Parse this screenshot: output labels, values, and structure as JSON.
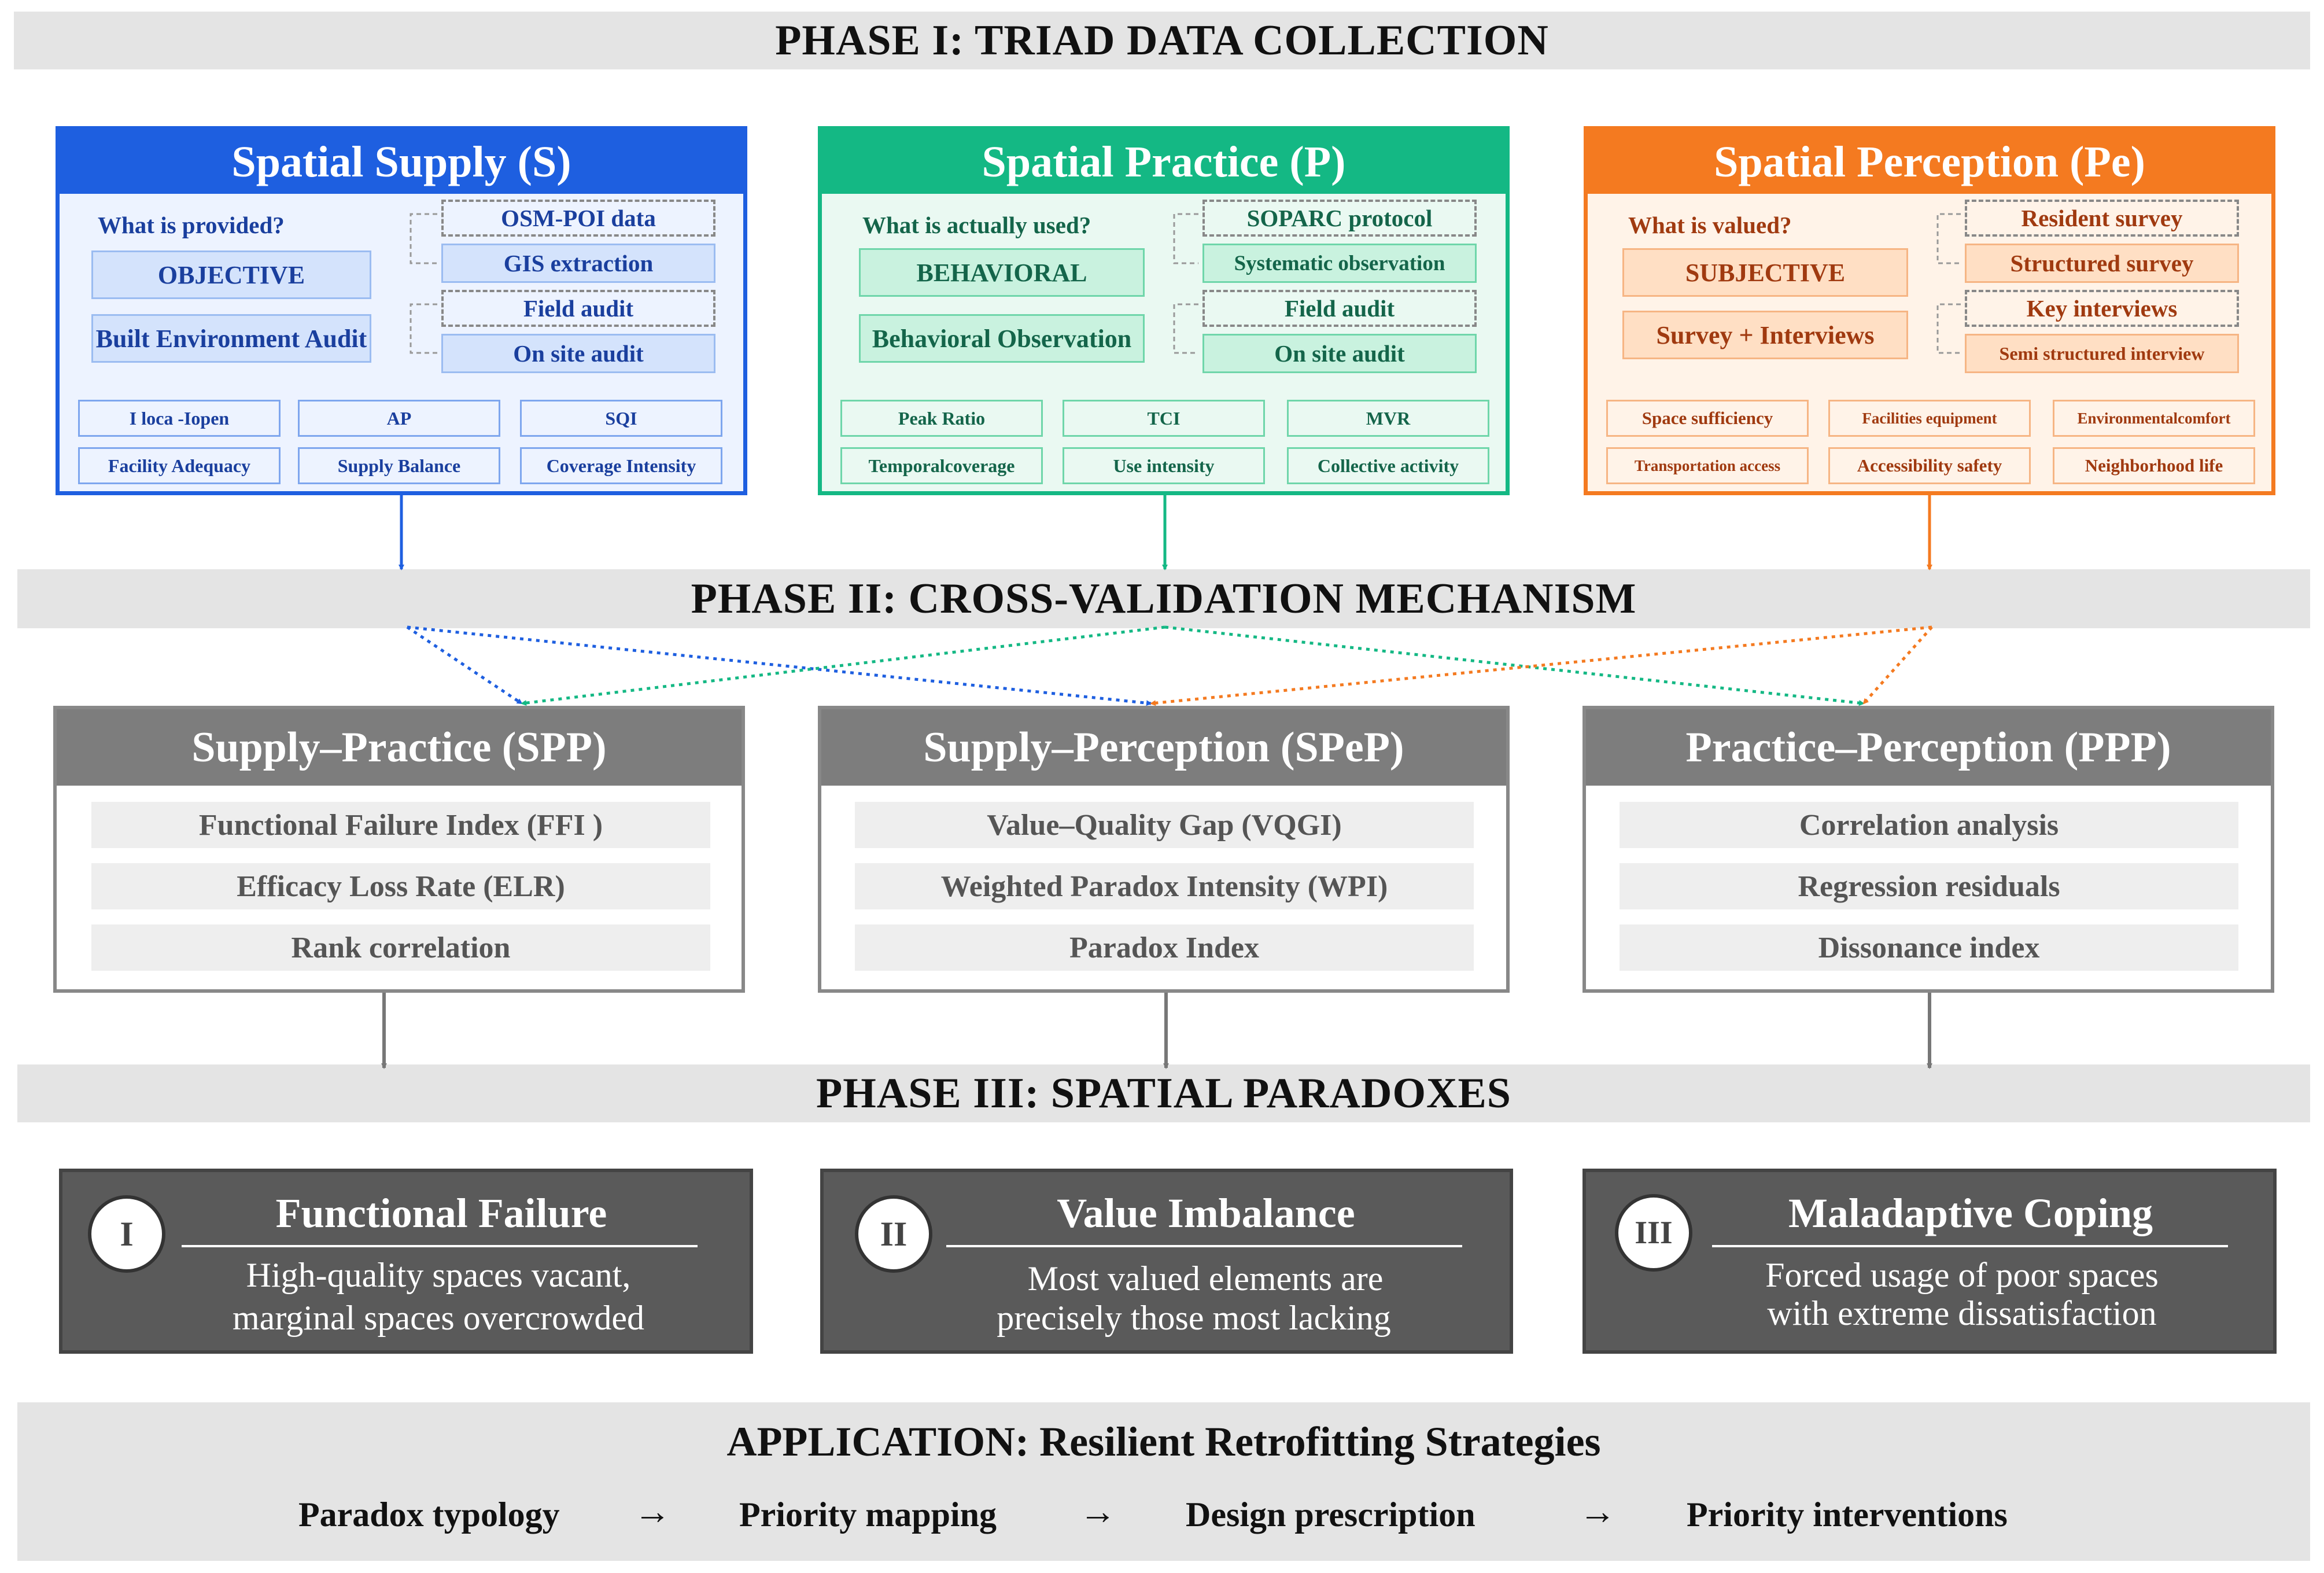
{
  "colors": {
    "supply": "#1e5fe0",
    "practice": "#14b884",
    "perception": "#f47a20",
    "cross_panel_header": "#7d7d7d",
    "paradox_panel": "#5a5a5a",
    "banner": "#e4e4e4"
  },
  "phase1": {
    "title": "PHASE I: TRIAD DATA COLLECTION"
  },
  "supply": {
    "title": "Spatial Supply (S)",
    "question": "What is provided?",
    "category1": "OBJECTIVE",
    "category2": "Built Environment Audit",
    "dashed1": "OSM-POI data",
    "sub1": "GIS extraction",
    "dashed2": "Field audit",
    "sub2": "On site audit",
    "indicators": [
      "I loca -Iopen",
      "AP",
      "SQI",
      "Facility Adequacy",
      "Supply Balance",
      "Coverage Intensity"
    ]
  },
  "practice": {
    "title": "Spatial Practice (P)",
    "question": "What is actually used?",
    "category1": "BEHAVIORAL",
    "category2": "Behavioral Observation",
    "dashed1": "SOPARC protocol",
    "sub1": "Systematic observation",
    "dashed2": "Field audit",
    "sub2": "On site audit",
    "indicators": [
      "Peak Ratio",
      "TCI",
      "MVR",
      "Temporalcoverage",
      "Use intensity",
      "Collective activity"
    ]
  },
  "perception": {
    "title": "Spatial Perception (Pe)",
    "question": "What is valued?",
    "category1": "SUBJECTIVE",
    "category2": "Survey + Interviews",
    "dashed1": "Resident survey",
    "sub1": "Structured survey",
    "dashed2": "Key interviews",
    "sub2": "Semi structured interview",
    "indicators": [
      "Space sufficiency",
      "Facilities equipment",
      "Environmentalcomfort",
      "Transportation access",
      "Accessibility safety",
      "Neighborhood life"
    ]
  },
  "phase2": {
    "title": "PHASE II: CROSS-VALIDATION MECHANISM"
  },
  "spp": {
    "title": "Supply–Practice (SPP)",
    "items": [
      "Functional Failure Index  (FFI )",
      "Efficacy Loss Rate   (ELR)",
      "Rank correlation"
    ]
  },
  "spep": {
    "title": "Supply–Perception (SPeP)",
    "items": [
      "Value–Quality Gap  (VQGI)",
      "Weighted Paradox Intensity   (WPI)",
      "Paradox Index"
    ]
  },
  "ppp": {
    "title": "Practice–Perception (PPP)",
    "items": [
      "Correlation analysis",
      "Regression residuals",
      "Dissonance index"
    ]
  },
  "phase3": {
    "title": "PHASE III: SPATIAL PARADOXES"
  },
  "paradox1": {
    "numeral": "I",
    "title": "Functional Failure",
    "line1": "High-quality spaces vacant,",
    "line2": "marginal spaces overcrowded"
  },
  "paradox2": {
    "numeral": "II",
    "title": "Value Imbalance",
    "line1": "Most valued elements are",
    "line2": "precisely those most lacking"
  },
  "paradox3": {
    "numeral": "III",
    "title": "Maladaptive Coping",
    "line1": "Forced usage of poor spaces",
    "line2": "with extreme dissatisfaction"
  },
  "application": {
    "title": "APPLICATION: Resilient Retrofitting Strategies",
    "steps": [
      "Paradox typology",
      "Priority mapping",
      "Design prescription",
      "Priority interventions"
    ],
    "arrow": "→"
  }
}
